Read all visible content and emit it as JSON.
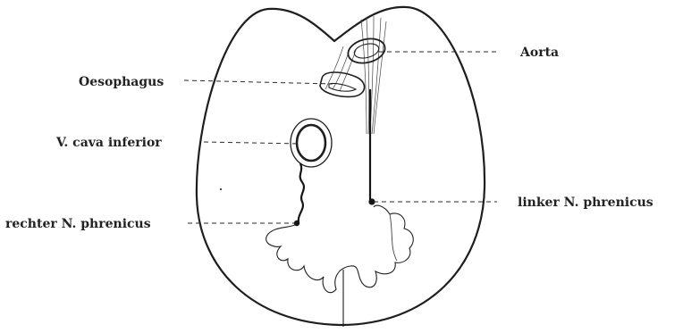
{
  "labels": {
    "aorta": "Aorta",
    "oesophagus": "Oesophagus",
    "vena_cava": "V. cava inferior",
    "left_phrenic": "linker N. phrenicus",
    "right_phrenic": "rechter N. phrenicus"
  },
  "colors": {
    "ink": "#1e1e1e",
    "background": "#ffffff"
  }
}
